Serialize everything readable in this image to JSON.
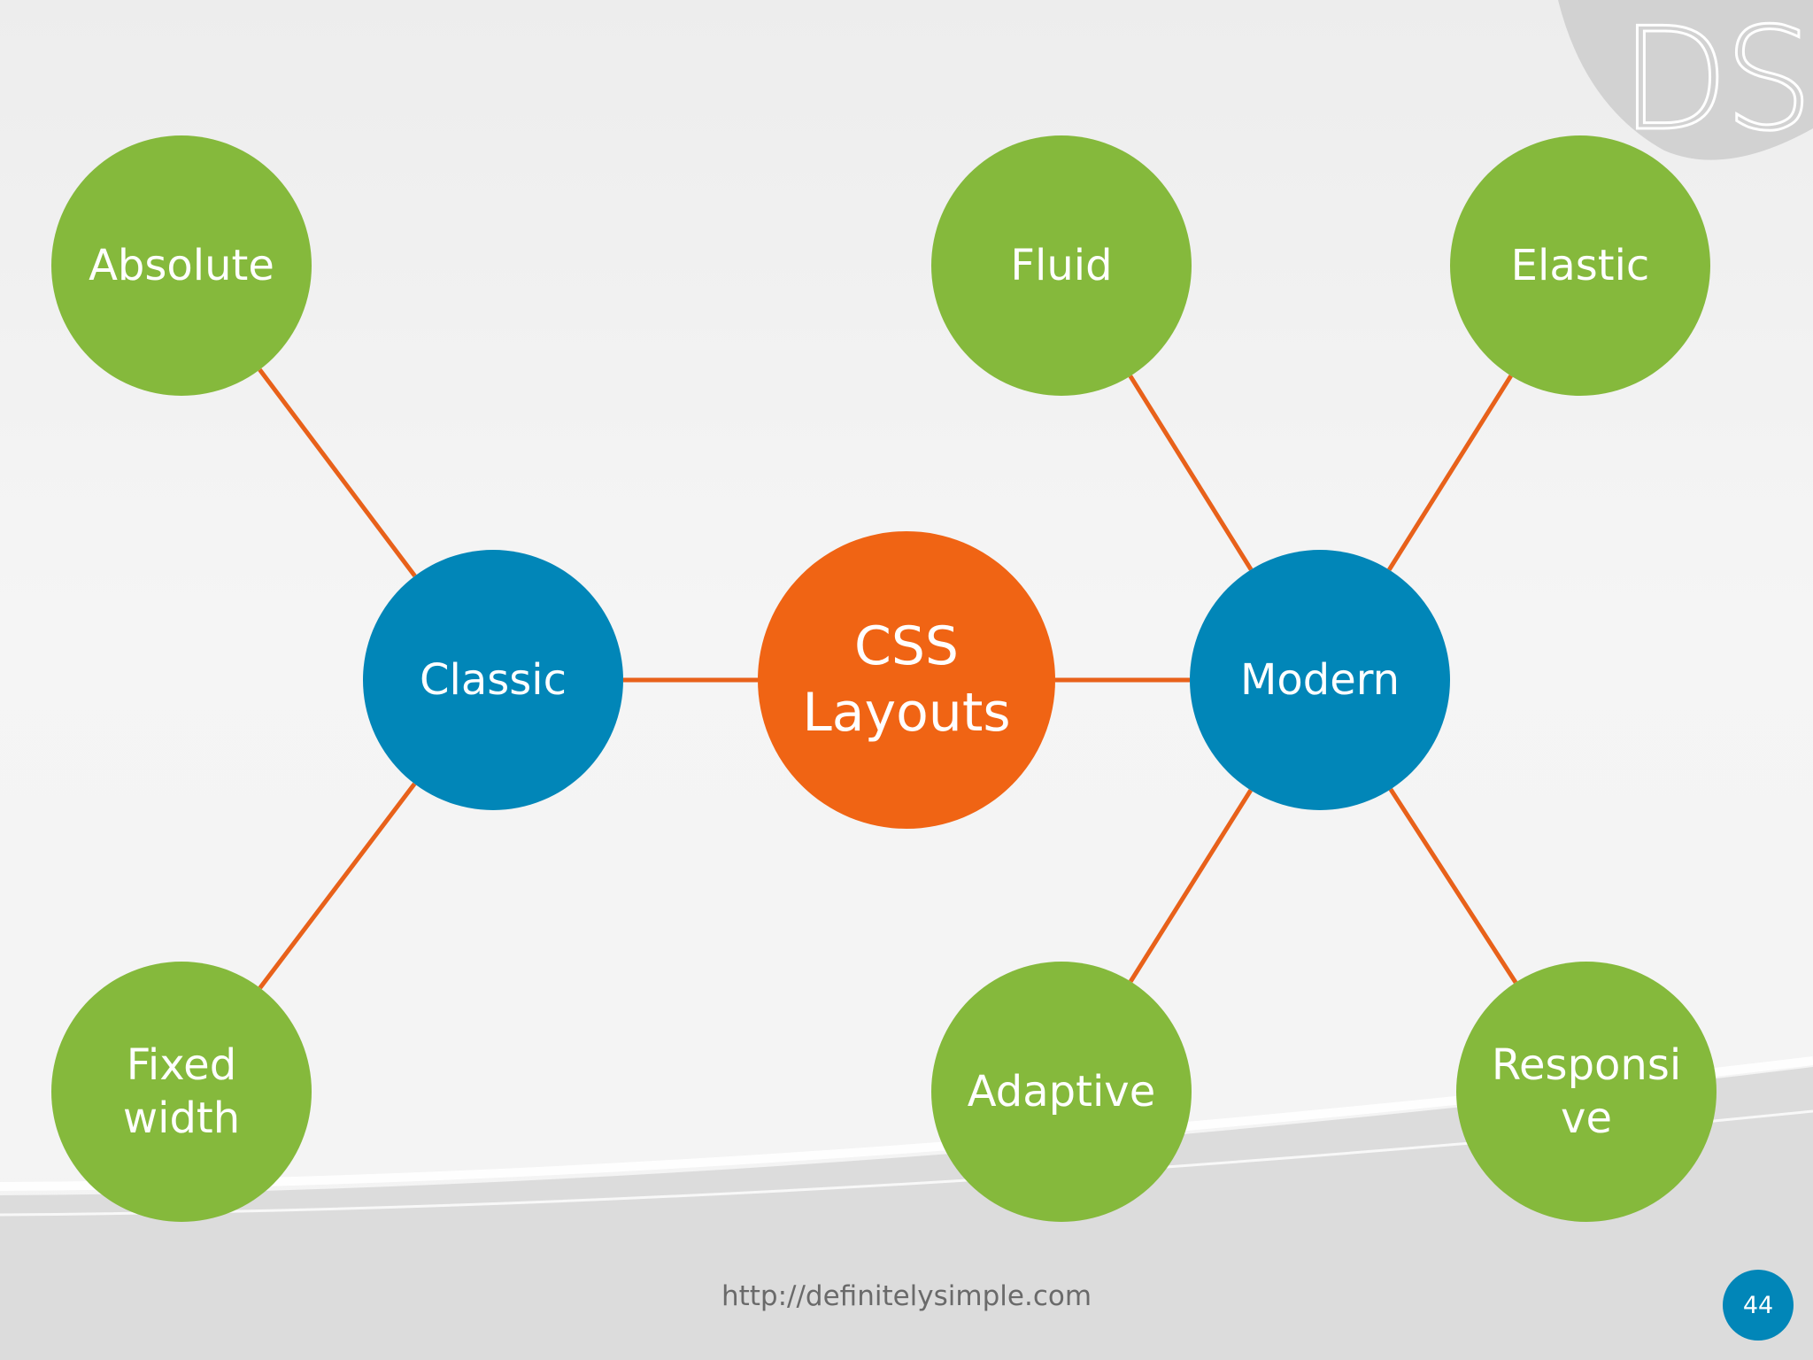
{
  "diagram": {
    "nodes": {
      "core": "CSS\nLayouts",
      "classic": "Classic",
      "modern": "Modern",
      "absolute": "Absolute",
      "fixed_width": "Fixed\nwidth",
      "fluid": "Fluid",
      "elastic": "Elastic",
      "adaptive": "Adaptive",
      "responsive": "Responsi\nve"
    },
    "edges": [
      [
        "core",
        "classic"
      ],
      [
        "core",
        "modern"
      ],
      [
        "classic",
        "absolute"
      ],
      [
        "classic",
        "fixed_width"
      ],
      [
        "modern",
        "fluid"
      ],
      [
        "modern",
        "elastic"
      ],
      [
        "modern",
        "adaptive"
      ],
      [
        "modern",
        "responsive"
      ]
    ]
  },
  "footer": {
    "url": "http://definitelysimple.com",
    "page_number": "44"
  },
  "logo": {
    "text": "DS"
  },
  "colors": {
    "leaf": "#85b93c",
    "mid": "#0186b8",
    "core": "#f06414",
    "edge": "#e8611a"
  }
}
